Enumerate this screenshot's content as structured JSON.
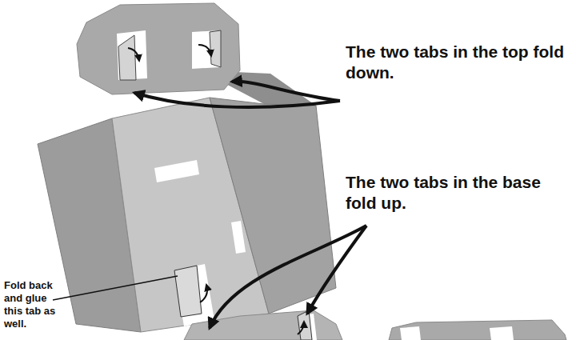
{
  "diagram": {
    "labels": [
      "The two tabs in the top fold down.",
      "The two tabs in the base fold up.",
      "Fold back and glue this tab as well."
    ]
  }
}
